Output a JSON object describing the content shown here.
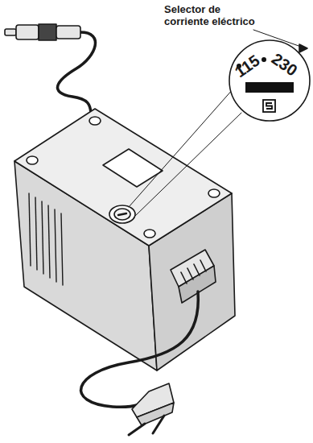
{
  "diagram": {
    "nodes": [
      {
        "text": [
          "115",
          "230"
        ]
      }
    ],
    "labels": [
      "Selector de corriente eléctrico"
    ]
  }
}
